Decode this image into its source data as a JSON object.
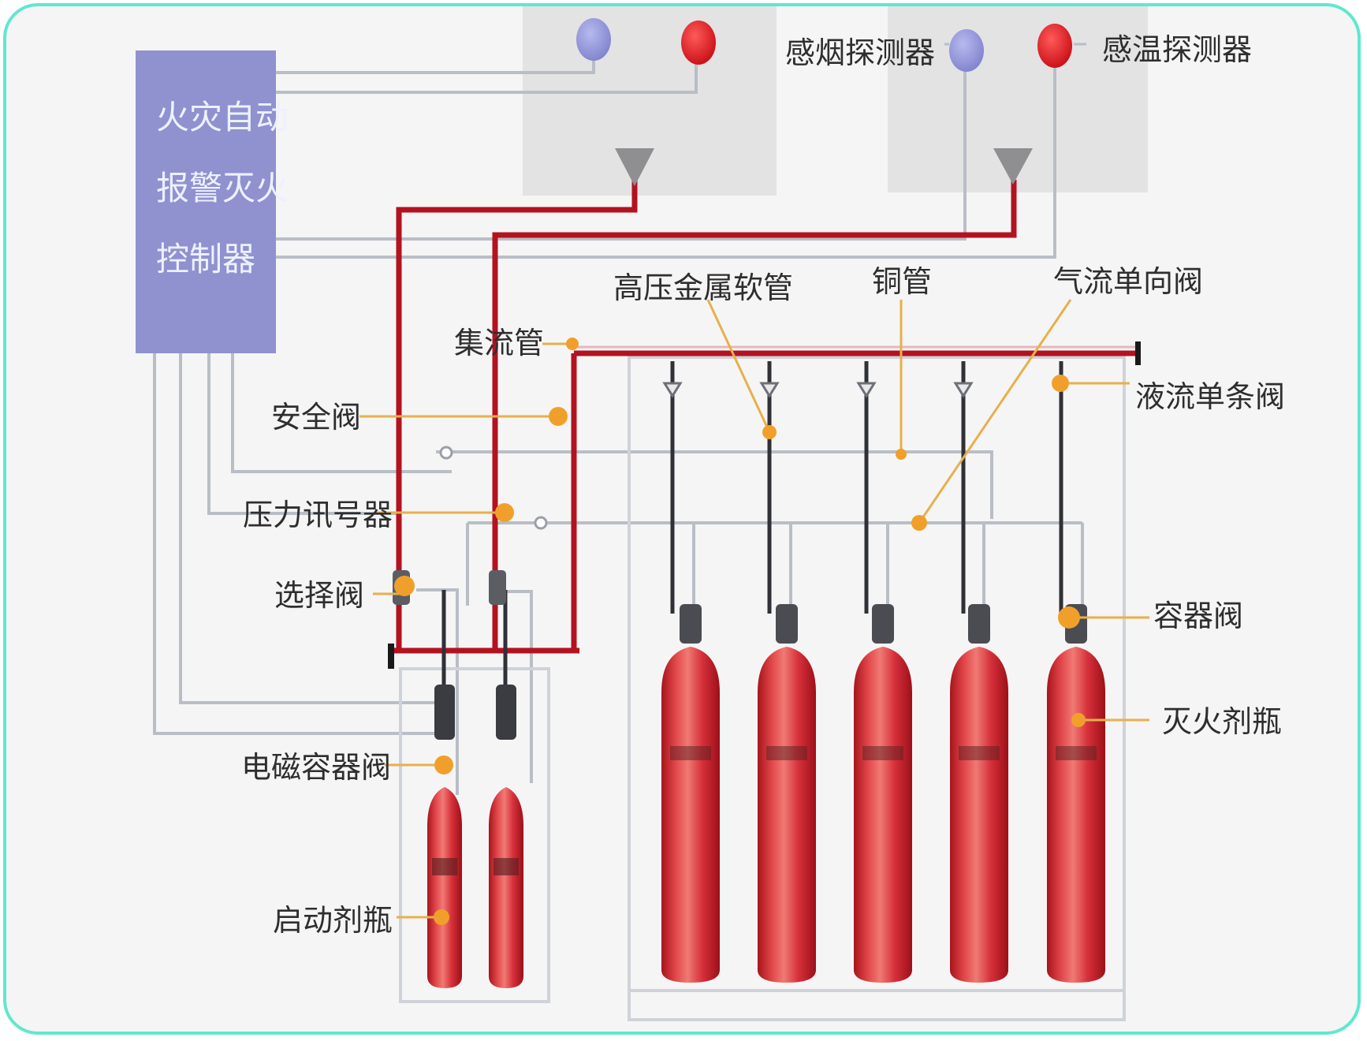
{
  "controller": {
    "lines": [
      "火灾自动",
      "报警灭火",
      "控制器"
    ]
  },
  "labels": {
    "smoke_detector": "感烟探测器",
    "heat_detector": "感温探测器",
    "manifold": "集流管",
    "hp_hose": "高压金属软管",
    "copper_pipe": "铜管",
    "gas_check_valve": "气流单向阀",
    "liquid_check_valve": "液流单条阀",
    "safety_valve": "安全阀",
    "pressure_switch": "压力讯号器",
    "selector_valve": "选择阀",
    "container_valve": "容器阀",
    "agent_bottle": "灭火剂瓶",
    "solenoid_valve": "电磁容器阀",
    "starter_bottle": "启动剂瓶"
  },
  "colors": {
    "controller": "#8f92cf",
    "smoke_detector": "#8d90d8",
    "heat_detector": "#e0151c",
    "pipe": "#b3121f",
    "signal": "#b9bec6",
    "leader": "#e8b04a",
    "marker": "#f0a02a",
    "cylinder": "#d9343a",
    "frame": "#5fe8cf"
  }
}
